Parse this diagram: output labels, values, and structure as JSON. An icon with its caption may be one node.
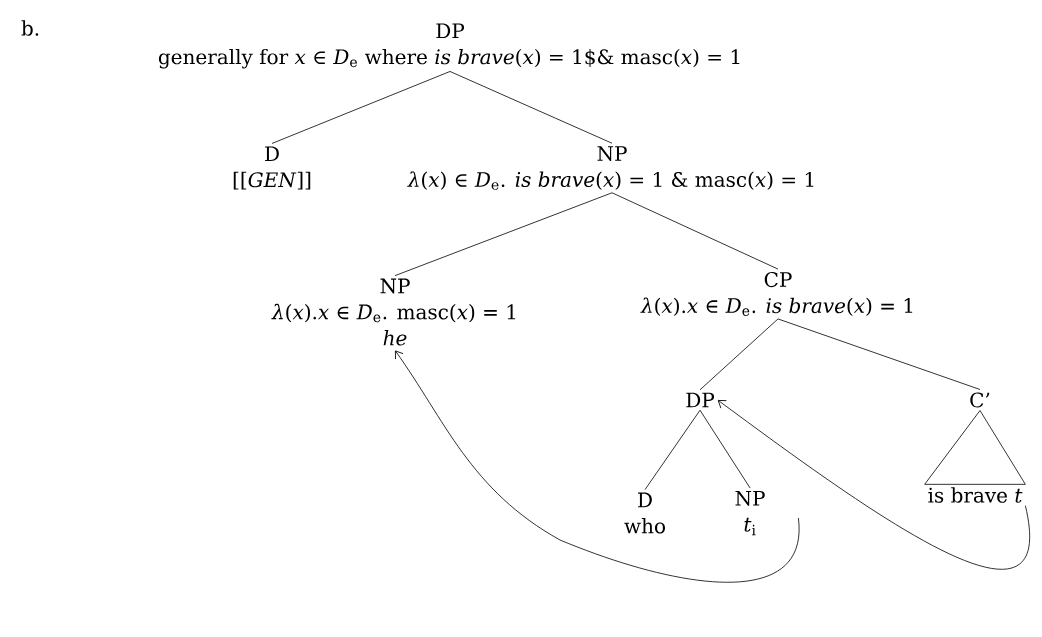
{
  "diagram": {
    "nodes": [
      {
        "text": [
          "DP",
          "generally for *x* ∈ *D*$_{e}$ where *is brave*(*x*) = 1$& masc(*x*) = 1"
        ]
      },
      {
        "text": [
          "D",
          "[[*GEN*]]"
        ]
      },
      {
        "text": [
          "NP",
          "*λ*(*x*) ∈ *D*$_{e}$. *is brave*(*x*) = 1 & masc(*x*) = 1"
        ]
      },
      {
        "text": [
          "NP",
          "*λ*(*x*).*x* ∈ *D*$_{e}$. masc(*x*) = 1",
          "*he*"
        ]
      },
      {
        "text": [
          "CP",
          "*λ*(*x*).*x* ∈ *D*$_{e}$. *is brave*(*x*) = 1"
        ]
      },
      {
        "text": [
          "DP"
        ]
      },
      {
        "text": [
          "C’"
        ]
      },
      {
        "text": [
          "D",
          "who"
        ]
      },
      {
        "text": [
          "NP",
          "*t*$_{i}$"
        ]
      },
      {
        "text": [
          "is brave *t*"
        ]
      }
    ],
    "edges": [
      {
        "from": 0,
        "to": 1,
        "arrow": "none"
      },
      {
        "from": 0,
        "to": 2,
        "arrow": "none"
      },
      {
        "from": 2,
        "to": 3,
        "arrow": "none"
      },
      {
        "from": 2,
        "to": 4,
        "arrow": "none"
      },
      {
        "from": 4,
        "to": 5,
        "arrow": "none"
      },
      {
        "from": 4,
        "to": 6,
        "arrow": "none"
      },
      {
        "from": 5,
        "to": 7,
        "arrow": "none"
      },
      {
        "from": 5,
        "to": 8,
        "arrow": "none"
      },
      {
        "from": 8,
        "to": 3,
        "arrow": "to"
      },
      {
        "from": 9,
        "to": 5,
        "arrow": "to"
      }
    ],
    "labels": [
      "b."
    ]
  }
}
